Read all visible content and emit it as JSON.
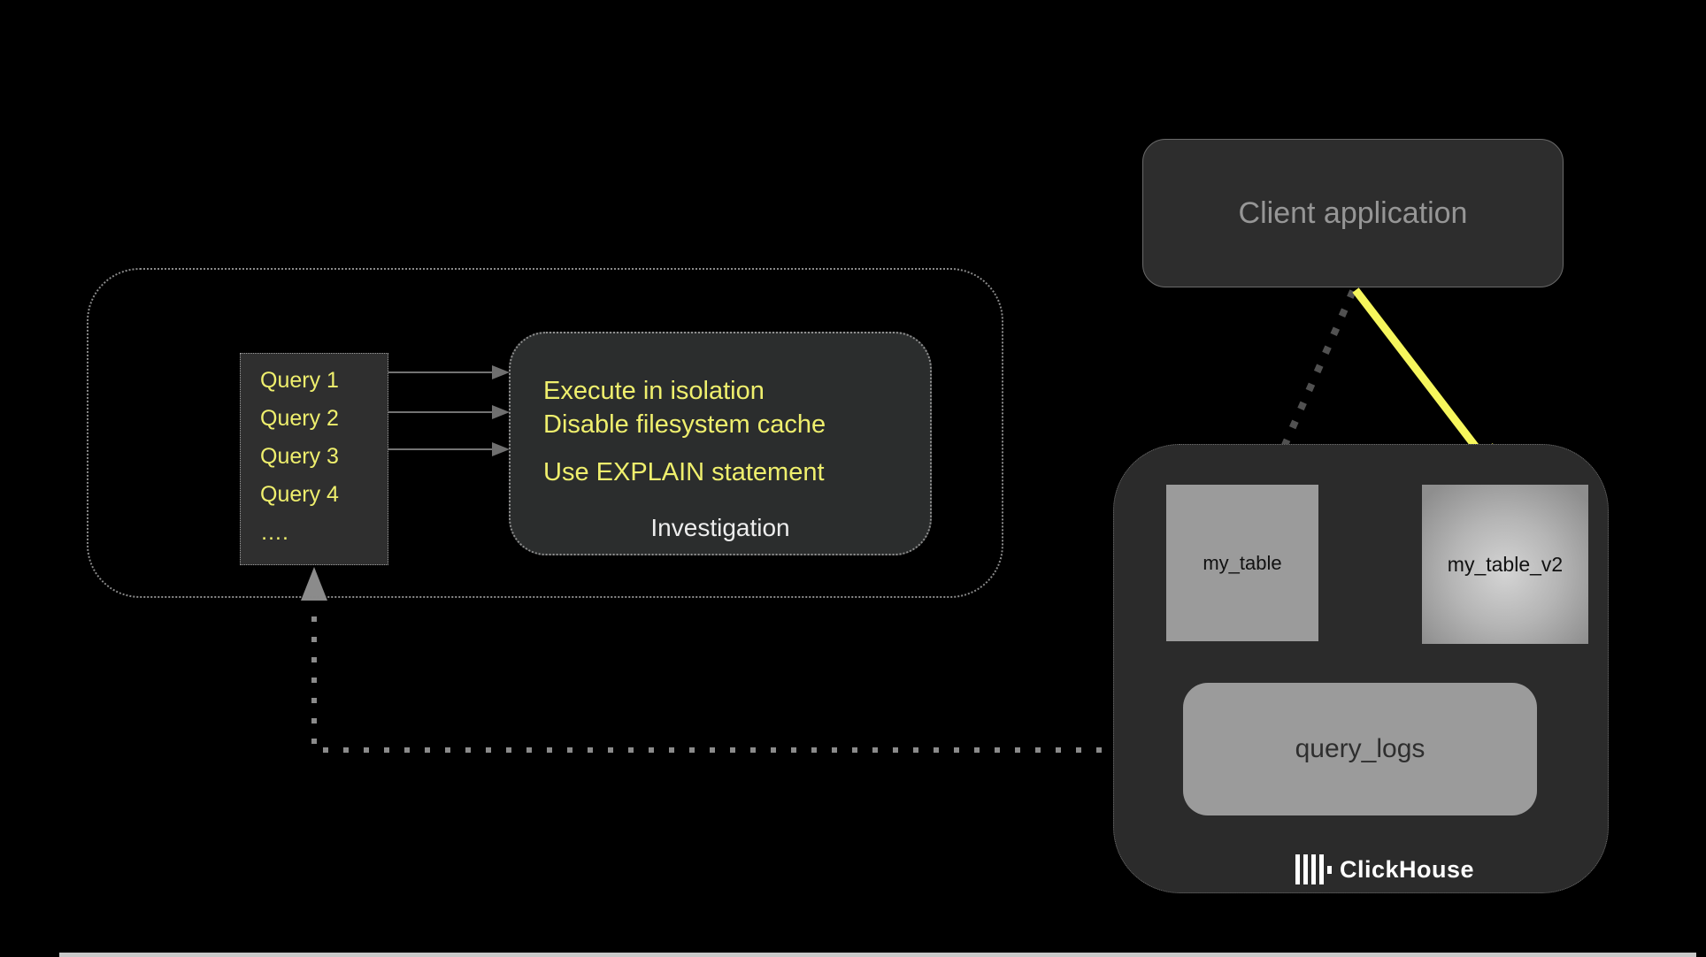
{
  "diagram": {
    "client_app": {
      "label": "Client application"
    },
    "query_list": {
      "items": [
        "Query 1",
        "Query 2",
        "Query 3",
        "Query 4",
        "…."
      ]
    },
    "investigation": {
      "tips": [
        "Execute in isolation",
        "Disable filesystem cache",
        "Use EXPLAIN statement"
      ],
      "caption": "Investigation"
    },
    "clickhouse": {
      "table_a": "my_table",
      "table_b": "my_table_v2",
      "logs": "query_logs",
      "brand": "ClickHouse"
    },
    "colors": {
      "background": "#000000",
      "yellow_text": "#efef6d",
      "yellow_arrow": "#f6f65c",
      "box_background": "#2d2d2d",
      "node_gray": "#9b9b9b",
      "dotted_gray": "#8a8a8a"
    }
  }
}
